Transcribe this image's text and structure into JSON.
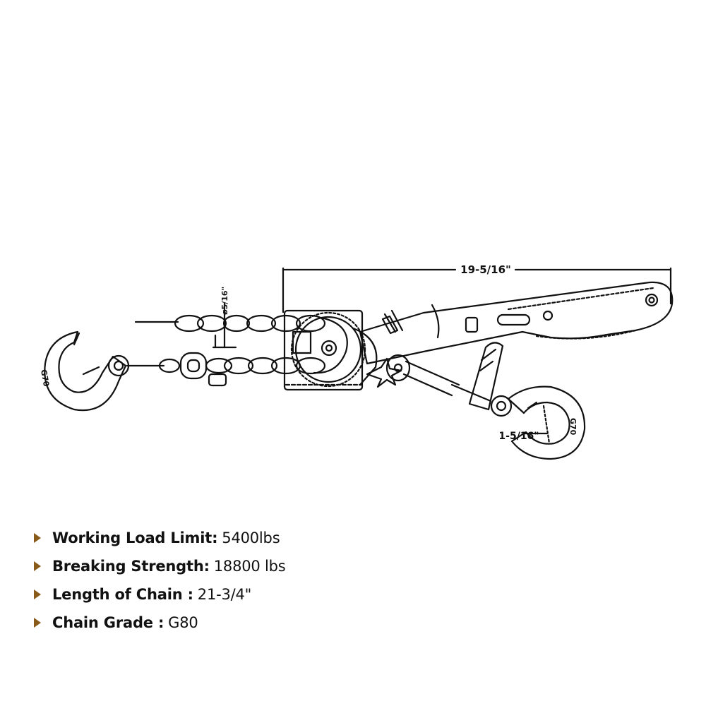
{
  "dimensions": {
    "overall_length": "19-5/16\"",
    "chain_diameter": "ø5/16\"",
    "hook_throat": "1-5/16\""
  },
  "hook_marks": {
    "left_hook": "G70",
    "right_hook": "G70"
  },
  "specs": [
    {
      "label": "Working Load Limit:",
      "value": "5400lbs"
    },
    {
      "label": "Breaking Strength:",
      "value": "18800 lbs"
    },
    {
      "label": "Length of Chain :",
      "value": "21-3/4\""
    },
    {
      "label": "Chain Grade :",
      "value": "G80"
    }
  ],
  "colors": {
    "bullet": "#8a5a1a",
    "line": "#111111",
    "background": "#ffffff"
  },
  "icons": {
    "bullet": "triangle-right-icon"
  }
}
